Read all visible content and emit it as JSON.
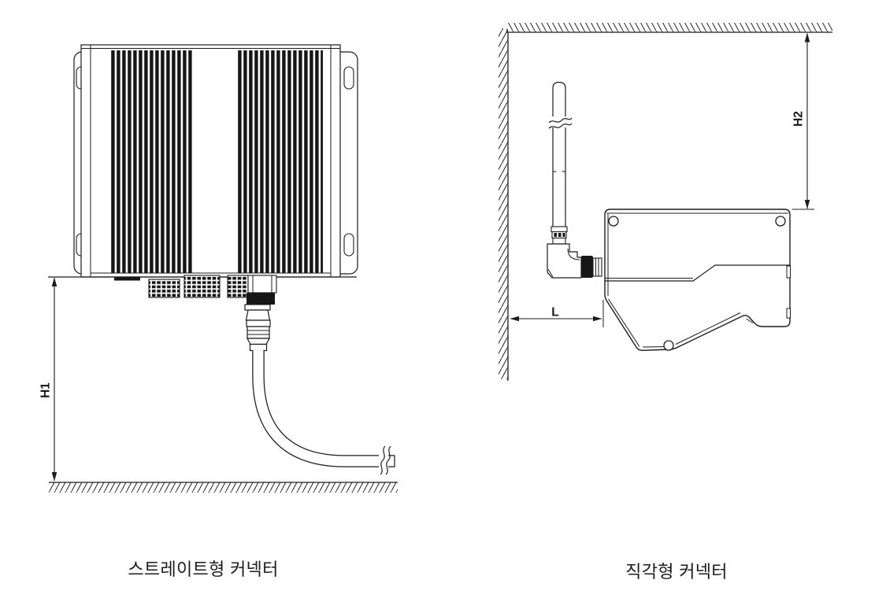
{
  "page": {
    "background_color": "#ffffff",
    "line_color": "#1c1c1c"
  },
  "figures": {
    "straight": {
      "caption": "스트레이트형 커넥터",
      "dimension_labels": {
        "height": "H1"
      }
    },
    "right_angle": {
      "caption": "직각형 커넥터",
      "dimension_labels": {
        "height": "H2",
        "length": "L"
      }
    }
  }
}
